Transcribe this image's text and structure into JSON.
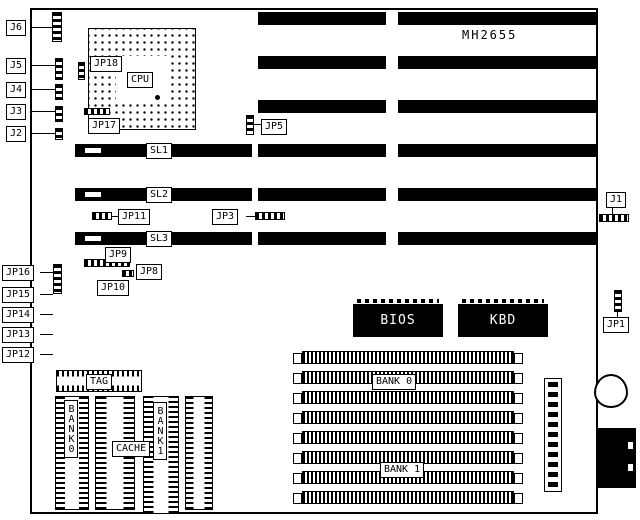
{
  "board": {
    "model": "MH2655"
  },
  "labels": {
    "j6": "J6",
    "j5": "J5",
    "j4": "J4",
    "j3": "J3",
    "j2": "J2",
    "jp18": "JP18",
    "jp17": "JP17",
    "cpu": "CPU",
    "jp5": "JP5",
    "sl1": "SL1",
    "sl2": "SL2",
    "sl3": "SL3",
    "jp11": "JP11",
    "jp3": "JP3",
    "jp9": "JP9",
    "jp8": "JP8",
    "jp10": "JP10",
    "jp16": "JP16",
    "jp15": "JP15",
    "jp14": "JP14",
    "jp13": "JP13",
    "jp12": "JP12",
    "j1": "J1",
    "jp1": "JP1",
    "bios": "BIOS",
    "kbd": "KBD",
    "tag": "TAG",
    "cache": "CACHE",
    "bank0_chip": "BANK0",
    "bank1_chip": "BANK1",
    "bank0_simm": "BANK 0",
    "bank1_simm": "BANK 1"
  }
}
